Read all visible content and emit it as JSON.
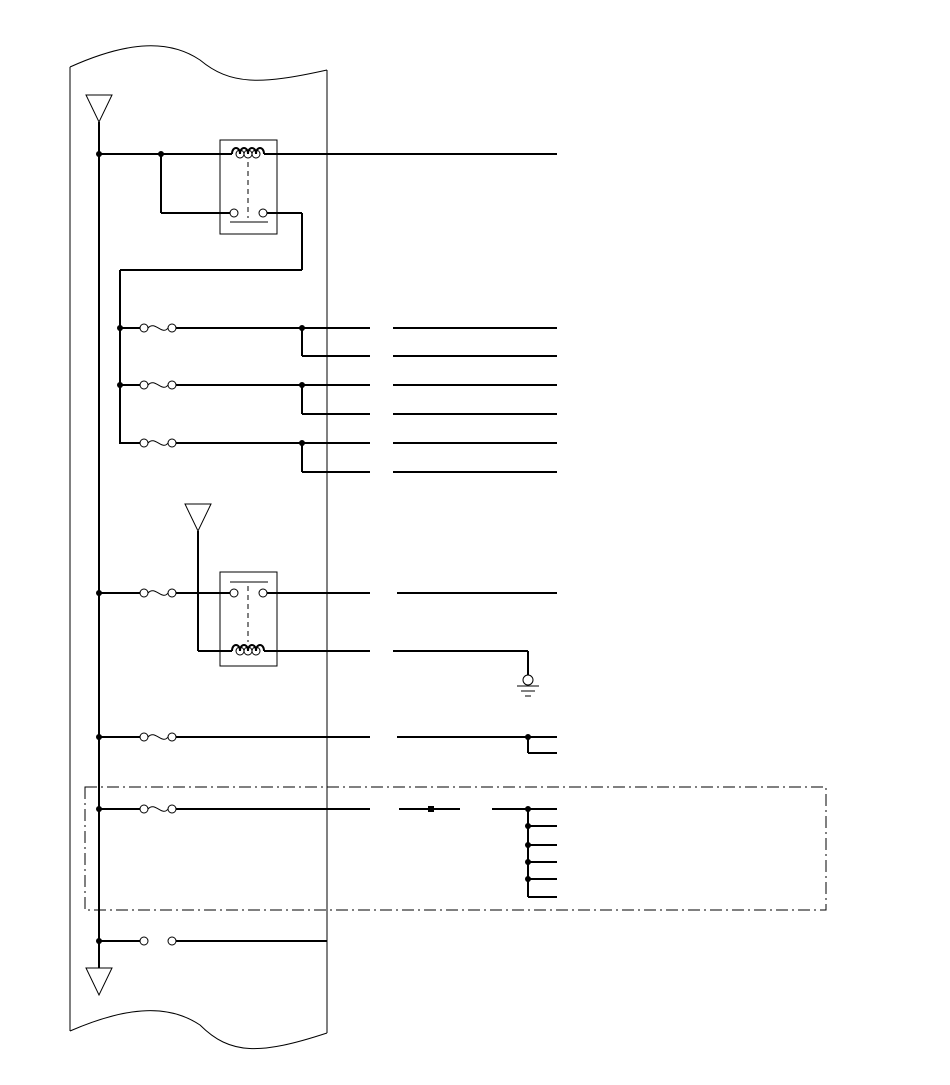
{
  "diagram": {
    "type": "wiring-schematic",
    "colors": {
      "line": "#000000",
      "background": "#ffffff"
    },
    "components": {
      "fuse_box_outline": "fuse-relay-box-with-torn-edges",
      "power_supply_symbols": [
        "triangle-top",
        "triangle-bottom",
        "triangle-relay-feed"
      ],
      "relays": [
        "relay-upper",
        "relay-lower"
      ],
      "fuses": [
        "fuse-1",
        "fuse-2",
        "fuse-3",
        "fuse-4",
        "fuse-5",
        "fuse-6",
        "open-contact-7"
      ],
      "ground": "ground-symbol",
      "optional_section": "dash-dot-enclosure"
    }
  }
}
